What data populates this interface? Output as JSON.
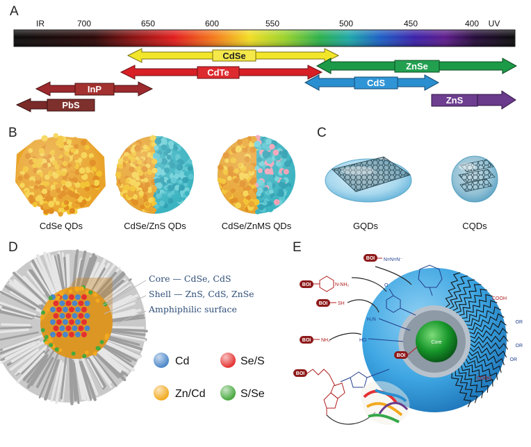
{
  "panels": {
    "a": "A",
    "b": "B",
    "c": "C",
    "d": "D",
    "e": "E"
  },
  "spectrum": {
    "ticks": [
      "IR",
      "700",
      "650",
      "600",
      "550",
      "500",
      "450",
      "400",
      "UV"
    ]
  },
  "arrows": [
    {
      "label": "CdSe",
      "color": "#f2e62a",
      "text_color": "#222222"
    },
    {
      "label": "CdTe",
      "color": "#d81f26",
      "text_color": "#ffffff"
    },
    {
      "label": "ZnSe",
      "color": "#1c9a48",
      "text_color": "#ffffff"
    },
    {
      "label": "InP",
      "color": "#9c2a2e",
      "text_color": "#ffffff"
    },
    {
      "label": "CdS",
      "color": "#2a8fd0",
      "text_color": "#ffffff"
    },
    {
      "label": "PbS",
      "color": "#7a2a28",
      "text_color": "#ffffff"
    },
    {
      "label": "ZnS",
      "color": "#6a3a8c",
      "text_color": "#ffffff"
    }
  ],
  "panel_b": {
    "captions": [
      "CdSe QDs",
      "CdSe/ZnS QDs",
      "CdSe/ZnMS QDs"
    ]
  },
  "panel_c": {
    "captions": [
      "GQDs",
      "CQDs"
    ]
  },
  "panel_d": {
    "annotations": [
      "Core — CdSe, CdS",
      "Shell — ZnS, CdS, ZnSe",
      "Amphiphilic surface"
    ],
    "legend": [
      {
        "label": "Cd",
        "color": "#4a86c8"
      },
      {
        "label": "Se/S",
        "color": "#e53030"
      },
      {
        "label": "Zn/Cd",
        "color": "#f2a91e"
      },
      {
        "label": "S/Se",
        "color": "#46a83d"
      }
    ]
  },
  "panel_e": {
    "boi_tag": "BOI",
    "core_label": "Core",
    "groups": [
      "N=N=N⁻",
      "N-NH₂",
      "SH",
      "H₂N",
      "NH₂",
      "HO",
      "O",
      "COOH",
      "OR"
    ]
  }
}
